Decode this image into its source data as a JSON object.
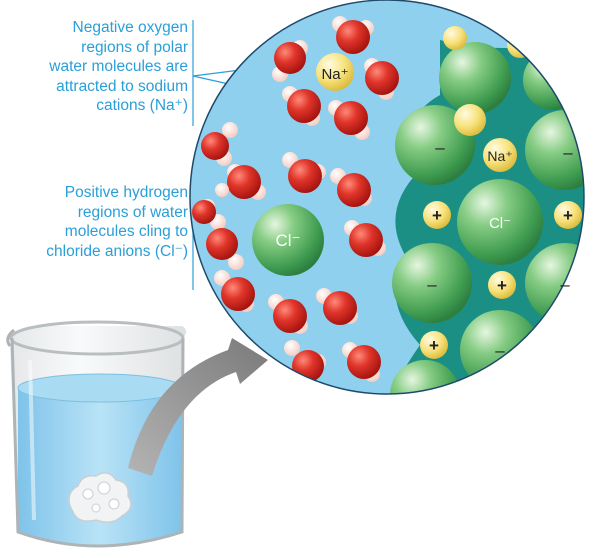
{
  "callouts": {
    "oxygen": {
      "lines": [
        "Negative oxygen",
        "regions of polar",
        "water molecules are",
        "attracted to sodium",
        "cations (Na⁺)"
      ]
    },
    "hydrogen": {
      "lines": [
        "Positive hydrogen",
        "regions of water",
        "molecules cling to",
        "chloride anions (Cl⁻)"
      ]
    }
  },
  "ion_labels": {
    "sodium": "Na⁺",
    "chloride": "Cl⁻",
    "positive": "+",
    "negative": "–"
  },
  "colors": {
    "water": "#8fd0ee",
    "lattice_dark": "#1c8f84",
    "oxygen": "#d8281e",
    "hydrogen": "#fde8e0",
    "chloride": "#5fb86a",
    "sodium": "#f8e27c",
    "callout_text": "#2a9fd8",
    "arrow": "#8a8a8a"
  }
}
